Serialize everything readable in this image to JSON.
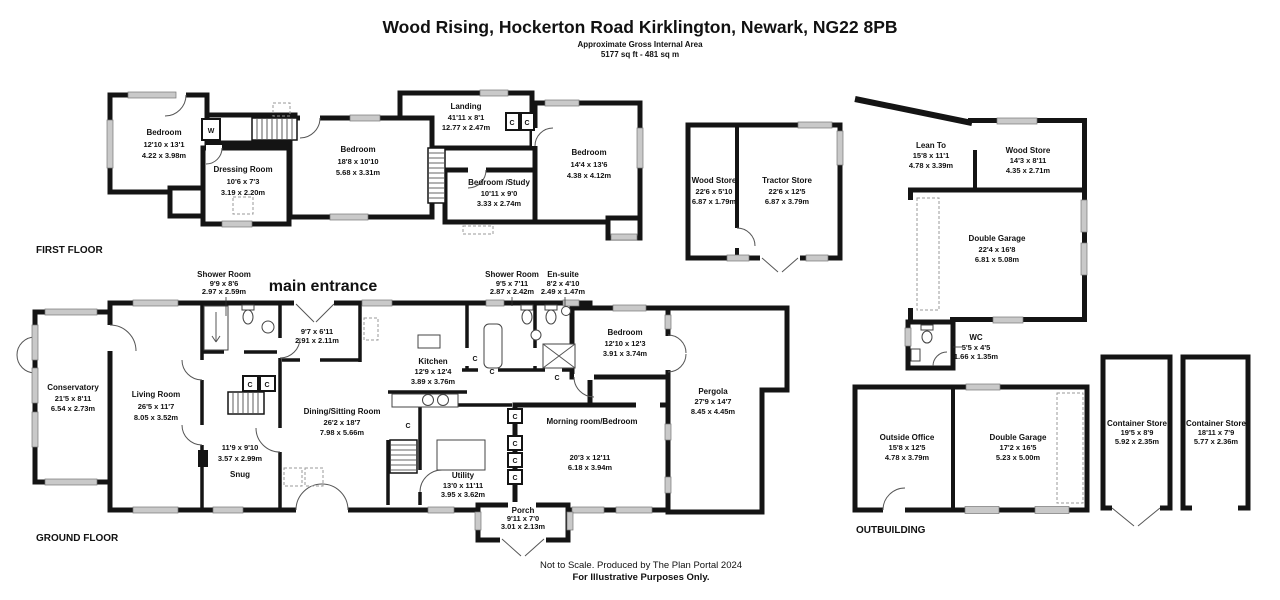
{
  "header": {
    "title": "Wood Rising, Hockerton Road Kirklington, Newark, NG22 8PB",
    "subtitle": "Approximate Gross Internal Area",
    "area": "5177 sq ft - 481 sq m"
  },
  "floor_labels": {
    "first": "FIRST FLOOR",
    "ground": "GROUND FLOOR",
    "outbuilding": "OUTBUILDING"
  },
  "annotations": {
    "main_entrance": "main entrance",
    "wardrobe": "W",
    "closet": "C"
  },
  "footer": {
    "line1": "Not to Scale. Produced by The Plan Portal 2024",
    "line2": "For Illustrative Purposes Only."
  },
  "rooms": {
    "ff_bedroom_left": {
      "name": "Bedroom",
      "ft": "12'10 x 13'1",
      "m": "4.22 x 3.98m"
    },
    "ff_dressing": {
      "name": "Dressing Room",
      "ft": "10'6 x 7'3",
      "m": "3.19 x 2.20m"
    },
    "ff_bedroom_mid": {
      "name": "Bedroom",
      "ft": "18'8 x 10'10",
      "m": "5.68 x 3.31m"
    },
    "ff_landing": {
      "name": "Landing",
      "ft": "41'11 x 8'1",
      "m": "12.77 x 2.47m"
    },
    "ff_study": {
      "name": "Bedroom /Study",
      "ft": "10'11 x 9'0",
      "m": "3.33 x 2.74m"
    },
    "ff_bedroom_right": {
      "name": "Bedroom",
      "ft": "14'4 x 13'6",
      "m": "4.38 x 4.12m"
    },
    "wood_store_1": {
      "name": "Wood Store",
      "ft": "22'6 x 5'10",
      "m": "6.87 x 1.79m"
    },
    "tractor_store": {
      "name": "Tractor Store",
      "ft": "22'6 x 12'5",
      "m": "6.87 x 3.79m"
    },
    "lean_to": {
      "name": "Lean To",
      "ft": "15'8 x 11'1",
      "m": "4.78 x 3.39m"
    },
    "wood_store_2": {
      "name": "Wood Store",
      "ft": "14'3 x 8'11",
      "m": "4.35 x 2.71m"
    },
    "garage_1": {
      "name": "Double Garage",
      "ft": "22'4 x 16'8",
      "m": "6.81 x 5.08m"
    },
    "wc": {
      "name": "WC",
      "ft": "5'5 x 4'5",
      "m": "1.66 x 1.35m"
    },
    "conservatory": {
      "name": "Conservatory",
      "ft": "21'5 x 8'11",
      "m": "6.54 x 2.73m"
    },
    "living": {
      "name": "Living Room",
      "ft": "26'5 x 11'7",
      "m": "8.05 x 3.52m"
    },
    "snug": {
      "name": "Snug",
      "ft": "11'9 x 9'10",
      "m": "3.57 x 2.99m"
    },
    "shower_gf1": {
      "name": "Shower Room",
      "ft": "9'9 x 8'6",
      "m": "2.97 x 2.59m"
    },
    "hall": {
      "ft": "9'7 x 6'11",
      "m": "2.91 x 2.11m"
    },
    "kitchen": {
      "name": "Kitchen",
      "ft": "12'9 x 12'4",
      "m": "3.89 x 3.76m"
    },
    "dining": {
      "name": "Dining/Sitting Room",
      "ft": "26'2 x 18'7",
      "m": "7.98 x 5.66m"
    },
    "utility": {
      "name": "Utility",
      "ft": "13'0 x 11'11",
      "m": "3.95 x 3.62m"
    },
    "shower_gf2": {
      "name": "Shower Room",
      "ft": "9'5 x 7'11",
      "m": "2.87 x 2.42m"
    },
    "ensuite": {
      "name": "En-suite",
      "ft": "8'2 x 4'10",
      "m": "2.49 x 1.47m"
    },
    "bedroom_gf": {
      "name": "Bedroom",
      "ft": "12'10 x 12'3",
      "m": "3.91 x 3.74m"
    },
    "morning": {
      "name": "Morning room/Bedroom",
      "ft": "20'3 x 12'11",
      "m": "6.18 x 3.94m"
    },
    "pergola": {
      "name": "Pergola",
      "ft": "27'9 x 14'7",
      "m": "8.45 x 4.45m"
    },
    "porch": {
      "name": "Porch",
      "ft": "9'11 x 7'0",
      "m": "3.01 x 2.13m"
    },
    "office": {
      "name": "Outside Office",
      "ft": "15'8 x 12'5",
      "m": "4.78 x 3.79m"
    },
    "garage_2": {
      "name": "Double Garage",
      "ft": "17'2 x 16'5",
      "m": "5.23 x 5.00m"
    },
    "container_1": {
      "name": "Container Store",
      "ft": "19'5 x 8'9",
      "m": "5.92 x 2.35m"
    },
    "container_2": {
      "name": "Container Store",
      "ft": "18'11 x 7'9",
      "m": "5.77 x 2.36m"
    }
  }
}
